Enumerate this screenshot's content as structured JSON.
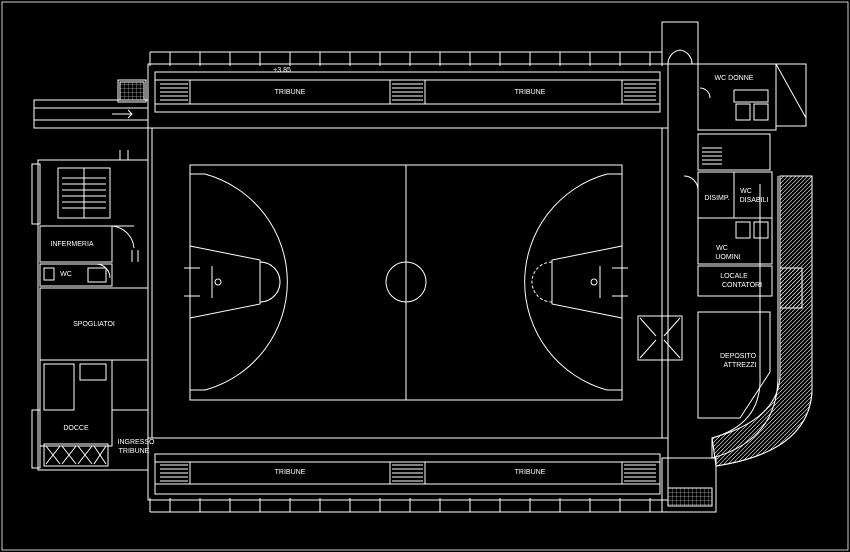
{
  "colors": {
    "background": "#000000",
    "lines": "#ffffff"
  },
  "labels": {
    "tribune_top_left": "TRIBUNE",
    "tribune_top_right": "TRIBUNE",
    "tribune_bottom_left": "TRIBUNE",
    "tribune_bottom_right": "TRIBUNE",
    "level_mark": "+3.85",
    "infermeria": "INFERMERIA",
    "wc_left": "WC",
    "spogliatoi": "SPOGLIATOI",
    "docce": "DOCCE",
    "ingresso_line1": "INGRESSO",
    "ingresso_line2": "TRIBUNE",
    "wc_donne": "WC DONNE",
    "disimp": "DISIMP.",
    "wc_disabili_line1": "WC",
    "wc_disabili_line2": "DISABILI",
    "wc_uomini_line1": "WC",
    "wc_uomini_line2": "UOMINI",
    "locale_line1": "LOCALE",
    "locale_line2": "CONTATORI",
    "deposito_line1": "DEPOSITO",
    "deposito_line2": "ATTREZZI"
  }
}
